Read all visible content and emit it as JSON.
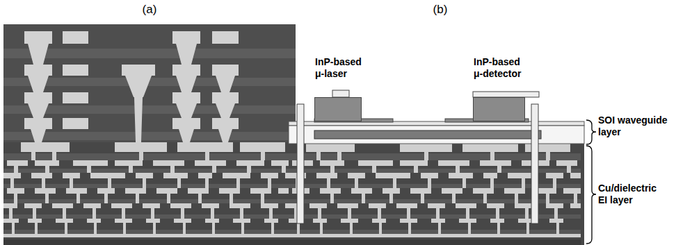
{
  "diagram": {
    "nodes": [
      {
        "text": [
          "InP-based μ-laser"
        ]
      },
      {
        "text": [
          "InP-based μ-detector"
        ]
      }
    ],
    "labels": [
      "(a)",
      "(b)",
      "SOI waveguide layer",
      "Cu/dielectric EI layer"
    ]
  }
}
